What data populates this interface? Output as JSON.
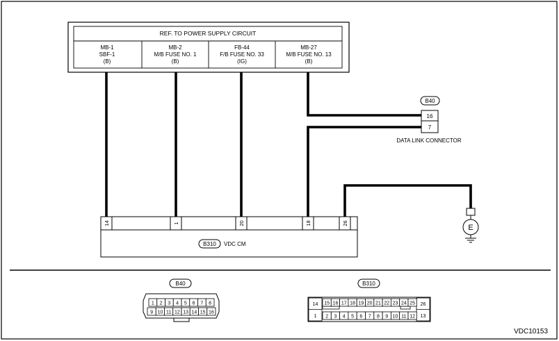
{
  "power_supply": {
    "title": "REF. TO POWER SUPPLY CIRCUIT",
    "columns": [
      {
        "l1": "MB-1",
        "l2": "SBF-1",
        "l3": "(B)"
      },
      {
        "l1": "MB-2",
        "l2": "M/B FUSE NO. 1",
        "l3": "(B)"
      },
      {
        "l1": "FB-44",
        "l2": "F/B FUSE NO. 33",
        "l3": "(IG)"
      },
      {
        "l1": "MB-27",
        "l2": "M/B FUSE NO. 13",
        "l3": "(B)"
      }
    ]
  },
  "data_link": {
    "connector_id": "B40",
    "pin_upper": "16",
    "pin_lower": "7",
    "label": "DATA LINK CONNECTOR"
  },
  "module": {
    "connector_id": "B310",
    "label": "VDC CM",
    "pins": [
      "14",
      "1",
      "20",
      "18",
      "26"
    ]
  },
  "ground": {
    "symbol": "E"
  },
  "b40_face": {
    "label": "B40",
    "top_row": [
      "1",
      "2",
      "3",
      "4",
      "5",
      "6",
      "7",
      "8"
    ],
    "bottom_row": [
      "9",
      "10",
      "11",
      "12",
      "13",
      "14",
      "15",
      "16"
    ]
  },
  "b310_face": {
    "label": "B310",
    "left_top": "14",
    "left_bottom": "1",
    "right_top": "26",
    "right_bottom": "13",
    "top_row": [
      "15",
      "16",
      "17",
      "18",
      "19",
      "20",
      "21",
      "22",
      "23",
      "24",
      "25"
    ],
    "bottom_row": [
      "2",
      "3",
      "4",
      "5",
      "6",
      "7",
      "8",
      "9",
      "10",
      "11",
      "12"
    ]
  },
  "footer": {
    "code": "VDC10153"
  }
}
